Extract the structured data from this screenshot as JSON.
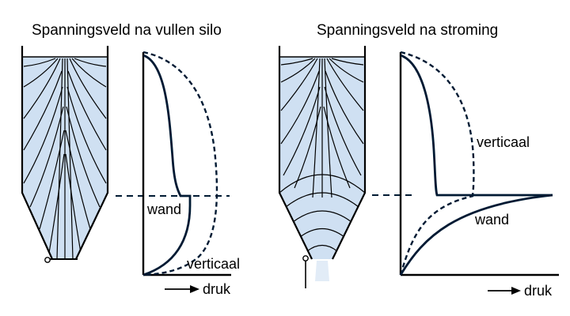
{
  "left_panel": {
    "title": "Spanningsveld na vullen silo",
    "curve_wall_label": "wand",
    "curve_vertical_label": "verticaal",
    "axis_label": "druk"
  },
  "right_panel": {
    "title": "Spanningsveld na stroming",
    "curve_vertical_label": "verticaal",
    "curve_wall_label": "wand",
    "axis_label": "druk"
  },
  "colors": {
    "fill": "#cfe0f2",
    "line": "#000000",
    "curve": "#001a33",
    "stream": "#ffffff"
  },
  "icons": {
    "outlet_valve": "valve-icon",
    "arrow": "arrow-right-icon"
  }
}
